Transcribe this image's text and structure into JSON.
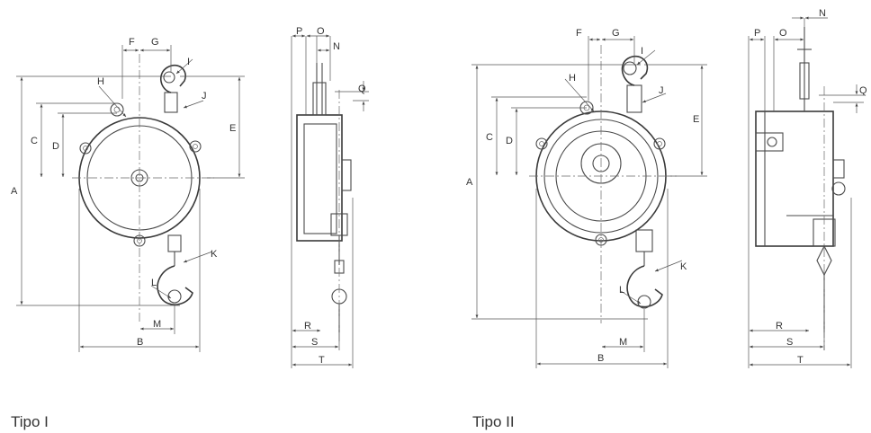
{
  "captions": {
    "type1": "Tipo I",
    "type2": "Tipo II"
  },
  "labels": {
    "A": "A",
    "B": "B",
    "C": "C",
    "D": "D",
    "E": "E",
    "F": "F",
    "G": "G",
    "H": "H",
    "I": "I",
    "J": "J",
    "K": "K",
    "L": "L",
    "M": "M",
    "N": "N",
    "O": "O",
    "P": "P",
    "Q": "Q",
    "R": "R",
    "S": "S",
    "T": "T"
  }
}
